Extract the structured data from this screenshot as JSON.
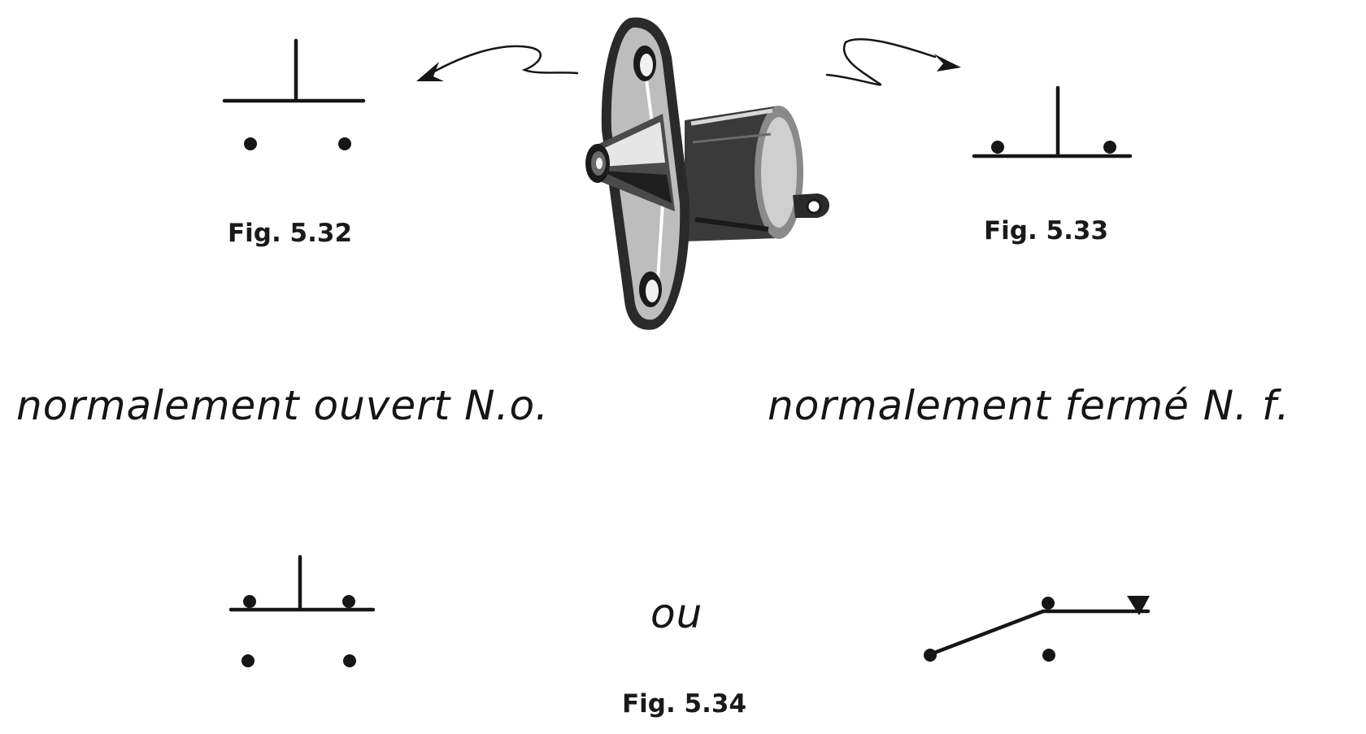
{
  "figures": {
    "fig_5_32": {
      "label": "Fig.  5.32"
    },
    "fig_5_33": {
      "label": "Fig.  5.33"
    },
    "fig_5_34": {
      "label": "Fig.  5.34"
    }
  },
  "captions": {
    "normally_open": "normalement ouvert   N.o.",
    "normally_closed": "normalement fermé  N. f.",
    "or": "ou"
  },
  "illustration": {
    "subject": "push-button-switch-drawing"
  },
  "colors": {
    "ink": "#161616",
    "paper": "#ffffff"
  }
}
